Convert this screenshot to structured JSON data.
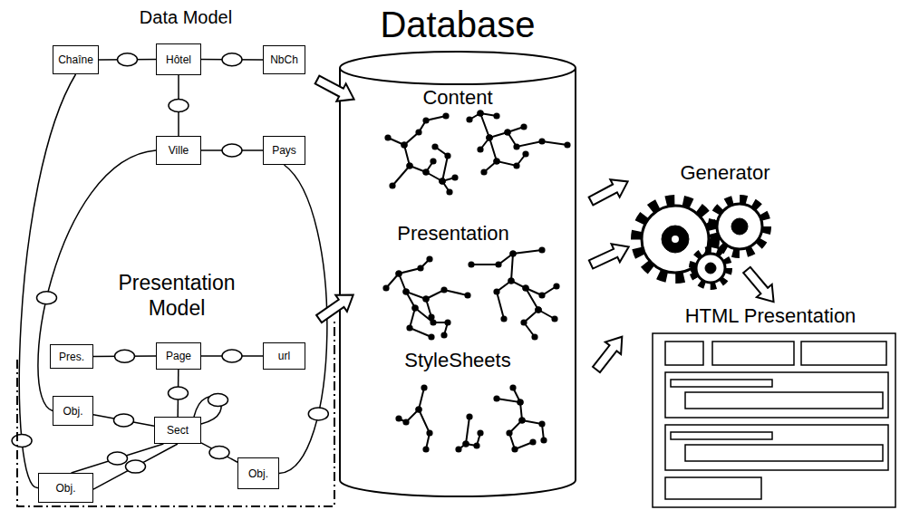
{
  "diagram": {
    "title": "Database",
    "nodes": [
      {
        "text": [
          "Chaîne"
        ]
      },
      {
        "text": [
          "Hôtel"
        ]
      },
      {
        "text": [
          "NbCh"
        ]
      },
      {
        "text": [
          "Ville"
        ]
      },
      {
        "text": [
          "Pays"
        ]
      },
      {
        "text": [
          "Presentation Model"
        ]
      },
      {
        "text": [
          "Pres."
        ],
        "in": 5
      },
      {
        "text": [
          "Page"
        ],
        "in": 5
      },
      {
        "text": [
          "url"
        ],
        "in": 5
      },
      {
        "text": [
          "Obj."
        ],
        "in": 5
      },
      {
        "text": [
          "Sect"
        ],
        "in": 5
      },
      {
        "text": [
          "Obj."
        ],
        "in": 5
      },
      {
        "text": [
          "Obj."
        ],
        "in": 5
      }
    ],
    "edges": [
      {
        "from": 0,
        "to": 1,
        "arrow": "none"
      },
      {
        "from": 1,
        "to": 2,
        "arrow": "none"
      },
      {
        "from": 1,
        "to": 3,
        "arrow": "none"
      },
      {
        "from": 3,
        "to": 4,
        "arrow": "none"
      },
      {
        "from": 6,
        "to": 7,
        "arrow": "none"
      },
      {
        "from": 7,
        "to": 8,
        "arrow": "none"
      },
      {
        "from": 7,
        "to": 10,
        "arrow": "none"
      },
      {
        "from": 9,
        "to": 10,
        "arrow": "none"
      },
      {
        "from": 11,
        "to": 10,
        "arrow": "none"
      },
      {
        "from": 11,
        "to": 10,
        "arrow": "none"
      },
      {
        "from": 12,
        "to": 10,
        "arrow": "none"
      },
      {
        "from": 10,
        "to": 10,
        "arrow": "none"
      },
      {
        "from": 0,
        "to": 11,
        "arrow": "none"
      },
      {
        "from": 3,
        "to": 9,
        "arrow": "none"
      },
      {
        "from": 4,
        "to": 12,
        "arrow": "none"
      }
    ],
    "labels": [
      "Data Model",
      "Content",
      "Presentation",
      "StyleSheets",
      "Generator",
      "HTML Presentation"
    ]
  }
}
